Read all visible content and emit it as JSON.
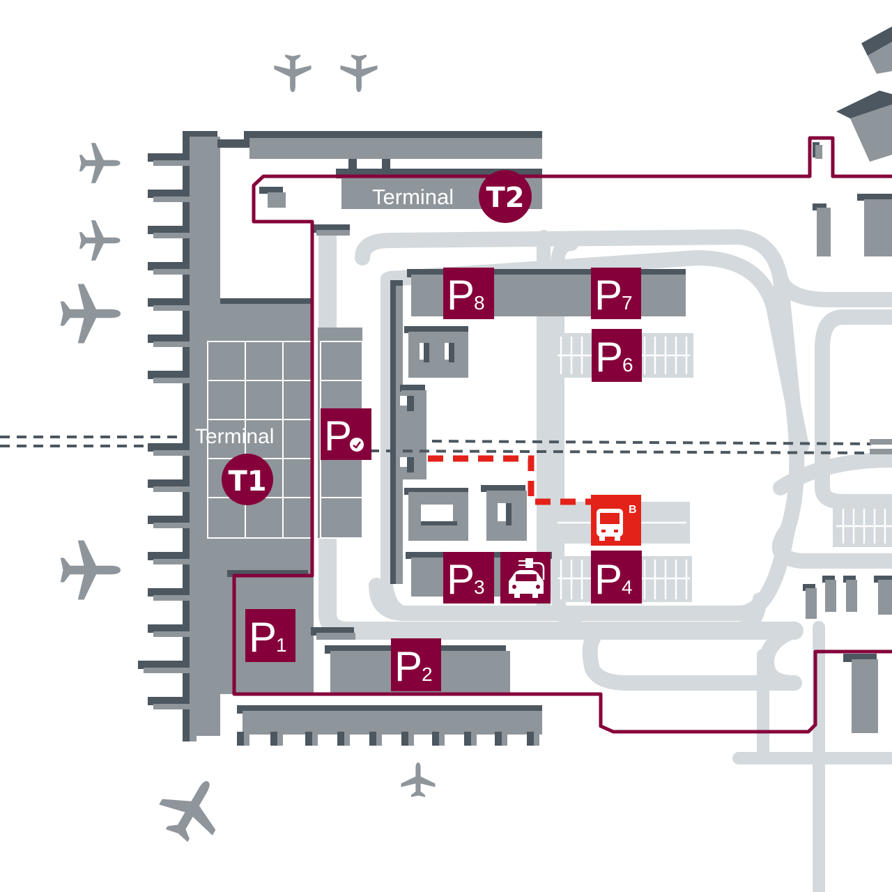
{
  "map": {
    "title": "Airport terminal and parking overview",
    "colors": {
      "brand": "#85003a",
      "bus": "#e32219",
      "building": "#8e959b",
      "building_shadow": "#4c5760",
      "road": "#d3d9dc",
      "background": "#ffffff"
    },
    "terminals": [
      {
        "id": "T1",
        "label": "Terminal",
        "badge": "T1"
      },
      {
        "id": "T2",
        "label": "Terminal",
        "badge": "T2"
      }
    ],
    "parking": [
      {
        "id": "P1",
        "letter": "P",
        "number": "1"
      },
      {
        "id": "P2",
        "letter": "P",
        "number": "2"
      },
      {
        "id": "P3",
        "letter": "P",
        "number": "3"
      },
      {
        "id": "P4",
        "letter": "P",
        "number": "4"
      },
      {
        "id": "P6",
        "letter": "P",
        "number": "6"
      },
      {
        "id": "P7",
        "letter": "P",
        "number": "7"
      },
      {
        "id": "P8",
        "letter": "P",
        "number": "8"
      },
      {
        "id": "P-short",
        "letter": "P",
        "icon": "clock-icon"
      }
    ],
    "bus_stop": {
      "icon": "bus-icon",
      "label": "B"
    },
    "ev_charging": {
      "icon": "ev-charging-car-icon"
    },
    "legend_icons": [
      "airplane-icon",
      "bus-icon",
      "ev-charging-car-icon",
      "clock-icon"
    ]
  }
}
